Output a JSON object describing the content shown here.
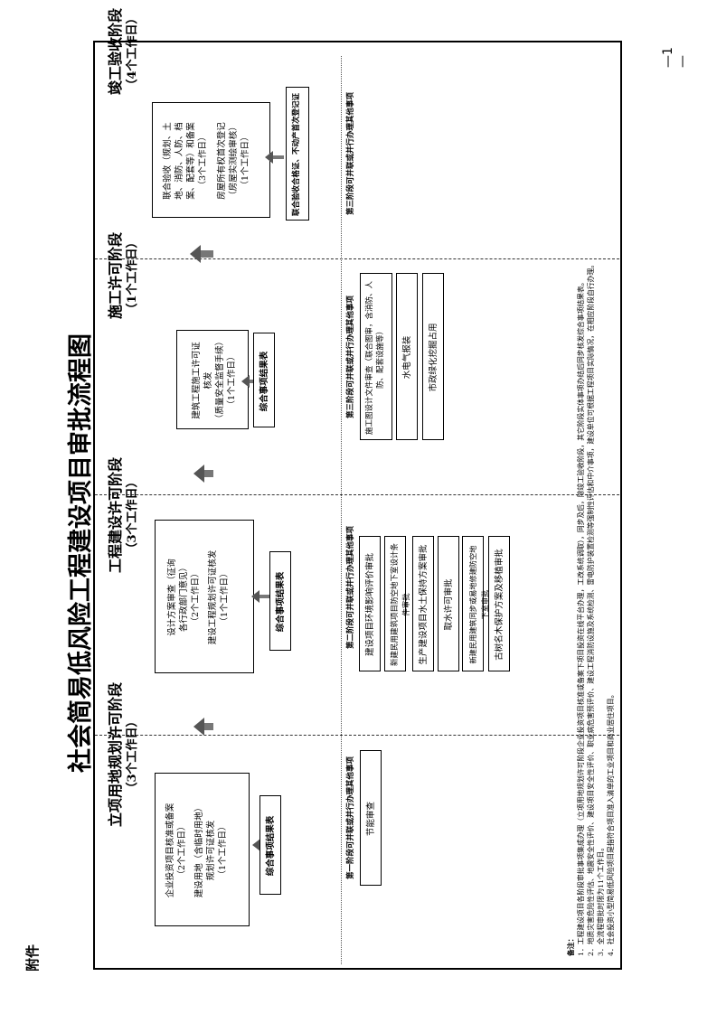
{
  "header": {
    "attachment": "附件",
    "page_number": "—1—"
  },
  "title": "社会简易低风险工程建设项目审批流程图",
  "stages": [
    {
      "name": "立项用地规划许可阶段",
      "days": "（3个工作日）",
      "main_box": [
        "企业投资项目核准或备案",
        "（2个工作日）",
        "建设用地（含临时用地）",
        "规划许可证核发",
        "（1个工作日）"
      ],
      "result_box": "综合事项结果表"
    },
    {
      "name": "工程建设许可阶段",
      "days": "（3个工作日）",
      "main_box": [
        "设计方案审查（征询",
        "各行政部门意见）",
        "（2个工作日）",
        "建设工程规划许可证核发",
        "（1个工作日）"
      ],
      "result_box": "综合事项结果表"
    },
    {
      "name": "施工许可阶段",
      "days": "（1个工作日）",
      "main_box": [
        "建筑工程施工许可证核发",
        "（质量安全监督手续）",
        "（1个工作日）"
      ],
      "result_box": "综合事项结果表"
    },
    {
      "name": "竣工验收阶段",
      "days": "（4个工作日）",
      "main_box": [
        "联合验收（规划、土",
        "地、消防、人防、档",
        "案、配套等）和备案",
        "（3个工作日）",
        "",
        "房屋所有权首次登记",
        "（房屋实测绘审核）",
        "（1个工作日）"
      ],
      "result_box": "联合验收合格证、不动产首次登记证"
    }
  ],
  "parallel": [
    {
      "title": "第一阶段可并联或并行办理其他事项",
      "items": [
        "节能审查"
      ]
    },
    {
      "title": "第二阶段可并联或并行办理其他事项",
      "items": [
        "建设项目环境影响评价审批",
        "新建民用建筑项目防空地下室设计条件审批",
        "生产建设项目水土保持方案审批",
        "取水许可审批",
        "新建民用建筑同步或易地修建防空地下室审批",
        "古树名木保护方案及移植审批"
      ]
    },
    {
      "title": "第三阶段可并联或并行办理其他事项",
      "items": [
        "施工图设计文件审查（联合图审，含消防、人防、配套设施等）",
        "水电气报装",
        "市政绿化挖掘占用"
      ]
    },
    {
      "title": "第三阶段可并联或并行办理其他事项",
      "items": []
    }
  ],
  "notes": {
    "label": "备注：",
    "lines": [
      "1．工程建设项目各阶段审批事项集成办理（立项用地规划许可阶段企业投资项目核准或备案下项目投资在线平台办理，工改系统调取），同步及后，除竣工验收阶段，其它阶段实体事项办结后同步核发综合事项结果表。",
      "2．地质灾害危险性评估、地震安全性评价、建设项目安全性评价、职业病危害预评价、建设工程消防设施及系统检测、雷电防护装置检测等强制性评估和中介事项，建设单位可根据工程项目实际情况，在相应阶段自行办理。",
      "3．全流程审批时限为11个工作日。",
      "4．社会投资小型简易低风险项目是指符合项目准入清单的工业项目和商业居住项目。"
    ]
  }
}
